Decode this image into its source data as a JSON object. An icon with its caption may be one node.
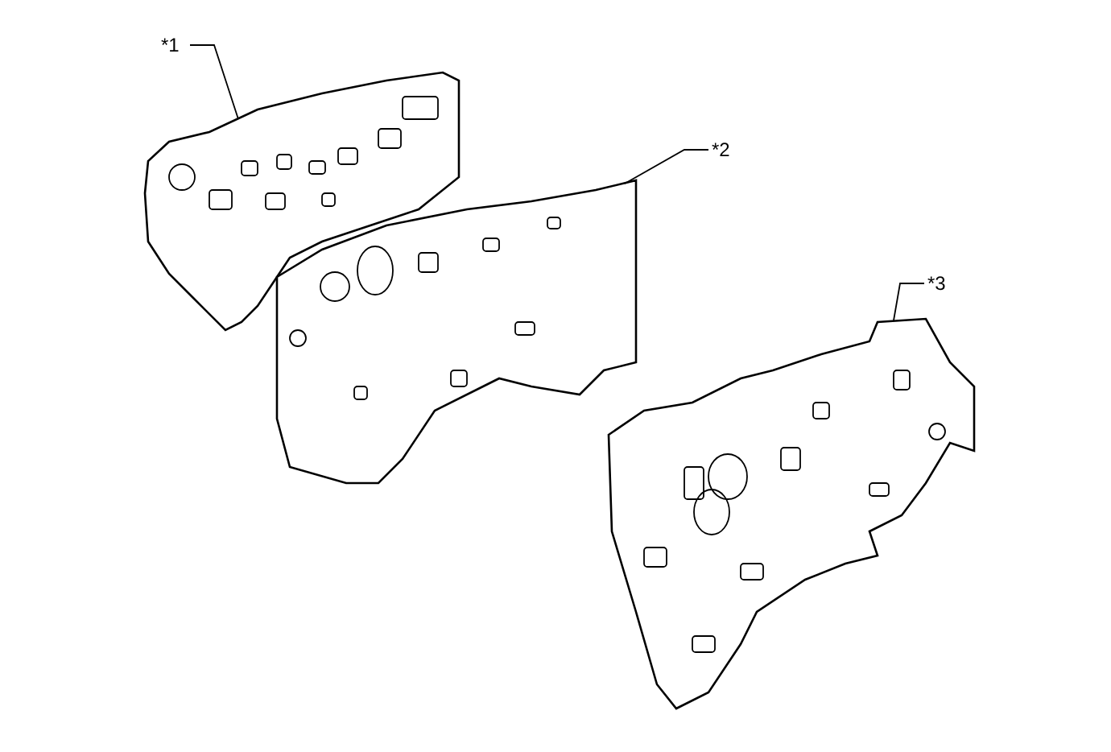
{
  "diagram": {
    "nodes": [
      {
        "text": [
          "*1"
        ]
      },
      {
        "text": [],
        "shape": "picture"
      },
      {
        "text": [
          "*2"
        ]
      },
      {
        "text": [],
        "shape": "picture"
      },
      {
        "text": [
          "*3"
        ]
      },
      {
        "text": [],
        "shape": "picture"
      }
    ],
    "edges": [
      {
        "from": 0,
        "to": 1,
        "arrow": "none"
      },
      {
        "from": 2,
        "to": 3,
        "arrow": "none"
      },
      {
        "from": 4,
        "to": 5,
        "arrow": "none"
      }
    ]
  }
}
